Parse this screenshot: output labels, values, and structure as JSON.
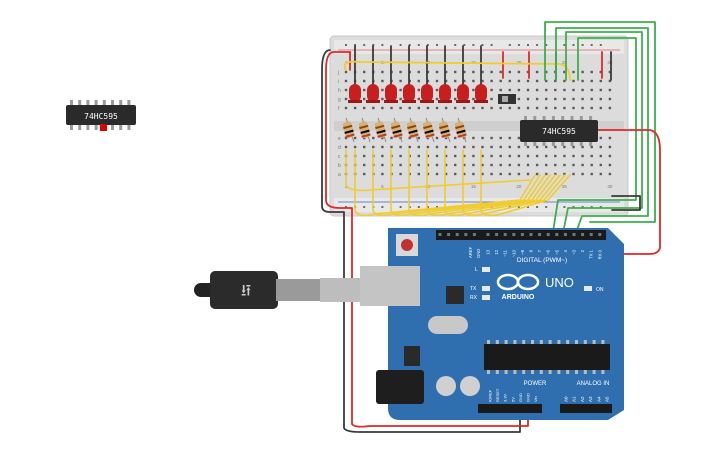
{
  "chip_label": "74HC595",
  "board": {
    "brand": "ARDUINO",
    "model": "UNO",
    "digital_label": "DIGITAL (PWM~)",
    "power_label": "POWER",
    "analog_label": "ANALOG IN",
    "on_label": "ON",
    "tx_label": "TX",
    "rx_label": "RX",
    "l_label": "L",
    "aref_label": "AREF",
    "gnd_label": "GND",
    "digital_pins": [
      "13",
      "12",
      "~11",
      "~10",
      "~9",
      "8",
      "7",
      "~6",
      "~5",
      "4",
      "~3",
      "2",
      "TX 1",
      "RX 0"
    ],
    "power_pins": [
      "IOREF",
      "RESET",
      "3.3V",
      "5V",
      "GND",
      "GND",
      "Vin"
    ],
    "analog_pins": [
      "A0",
      "A1",
      "A2",
      "A3",
      "A4",
      "A5"
    ]
  },
  "breadboard": {
    "row_letters_top": [
      "j",
      "i",
      "h",
      "g",
      "f"
    ],
    "row_letters_bottom": [
      "e",
      "d",
      "c",
      "b",
      "a"
    ],
    "column_numbers": [
      "1",
      "5",
      "10",
      "15",
      "20",
      "25",
      "30"
    ]
  },
  "colors": {
    "board": "#2f6fb0",
    "wire_red": "#e02828",
    "wire_black": "#3a3a3a",
    "wire_yellow": "#f0cc30",
    "wire_green": "#3cb04a",
    "led_red": "#c81e1e",
    "chip": "#2a2a2a"
  }
}
